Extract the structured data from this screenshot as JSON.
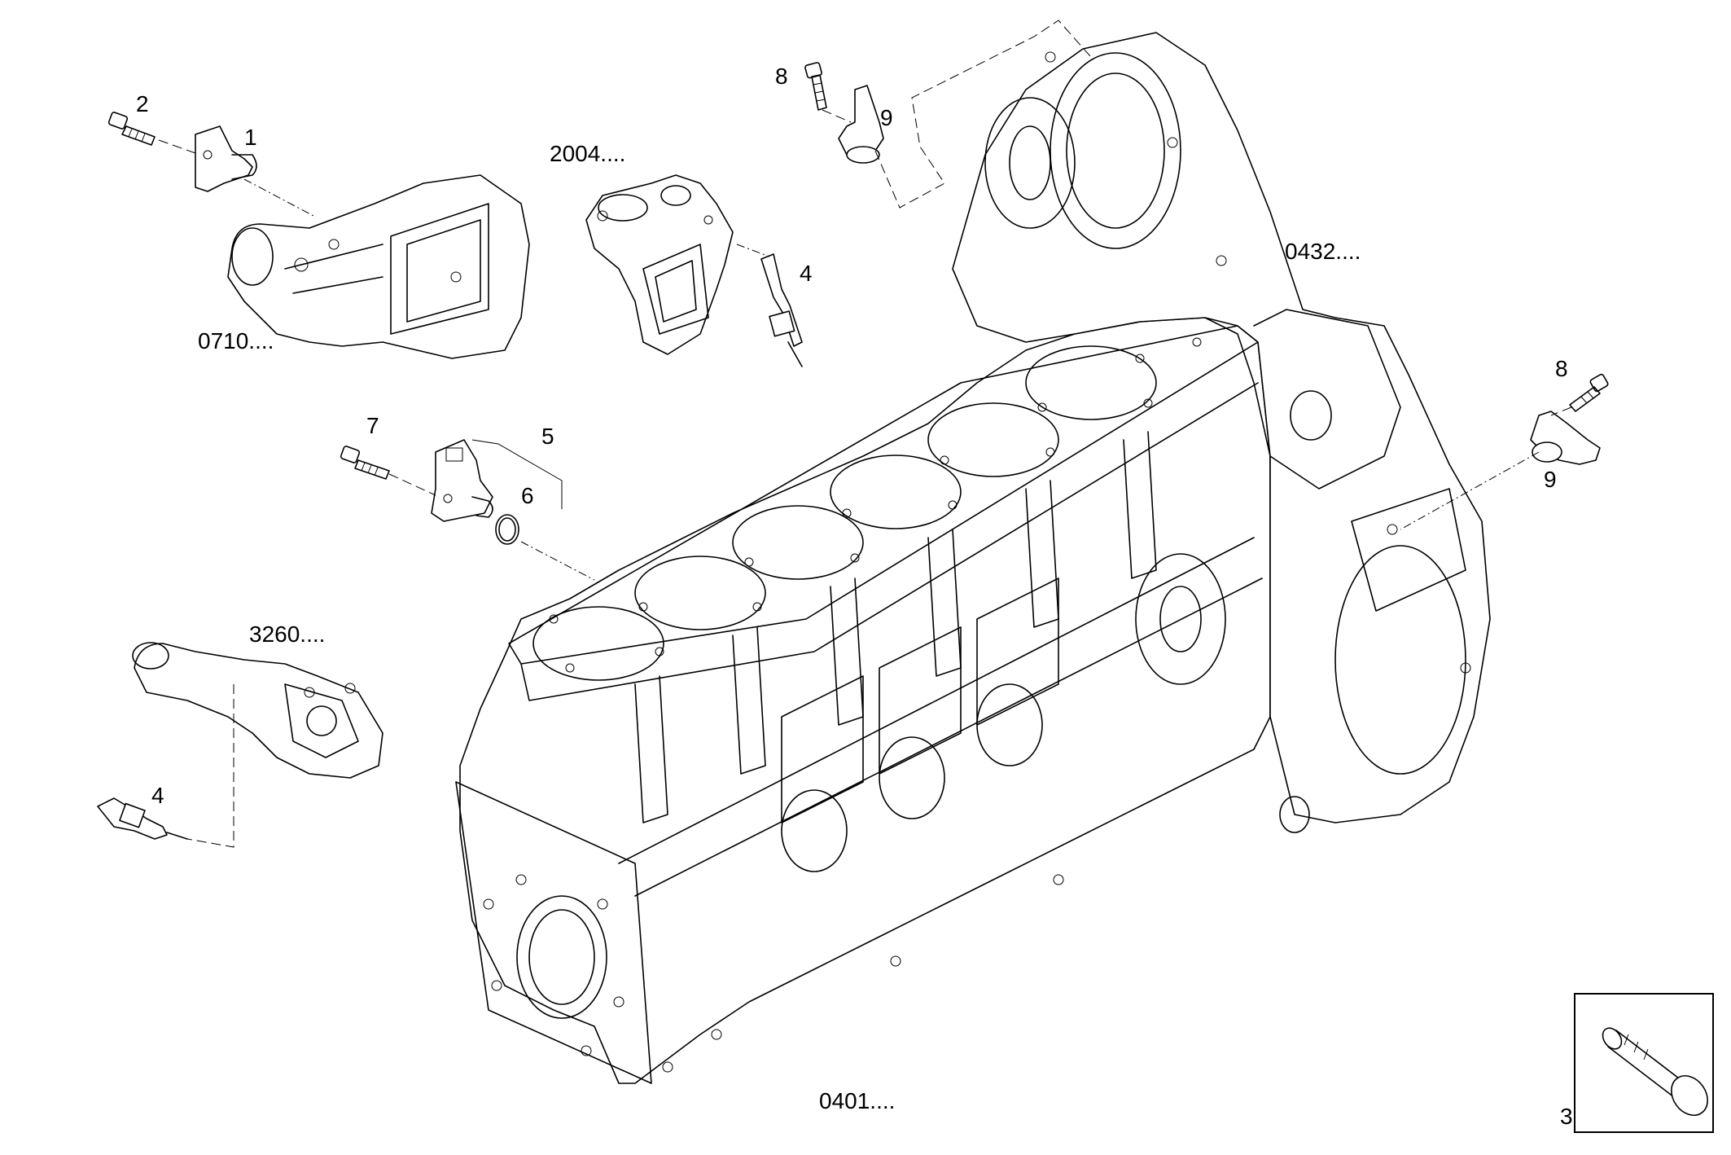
{
  "callouts": {
    "c1": "1",
    "c2": "2",
    "c3": "3",
    "c4a": "4",
    "c4b": "4",
    "c5": "5",
    "c6": "6",
    "c7": "7",
    "c8a": "8",
    "c8b": "8",
    "c9a": "9",
    "c9b": "9"
  },
  "group_refs": {
    "r0710": "0710....",
    "r2004": "2004....",
    "r0432": "0432....",
    "r3260": "3260....",
    "r0401": "0401...."
  }
}
